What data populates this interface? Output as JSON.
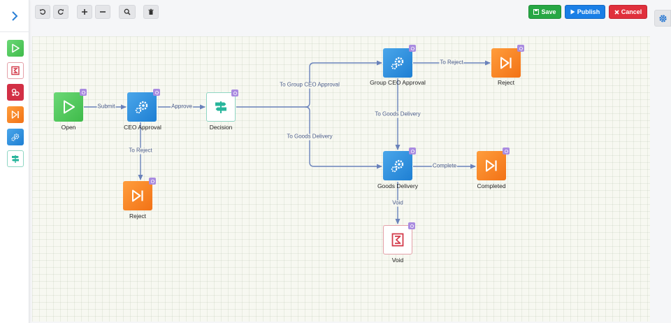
{
  "toolbar": {
    "save_label": "Save",
    "publish_label": "Publish",
    "cancel_label": "Cancel"
  },
  "colors": {
    "save": "#27a744",
    "publish": "#1a7fe6",
    "cancel": "#e0303c",
    "edge": "#6a82bb",
    "start": "#46c053",
    "task": "#2289da",
    "end": "#f57d20",
    "badge": "#a98be0"
  },
  "palette": {
    "items": [
      "start-node",
      "void-node",
      "gateway-node",
      "end-node",
      "task-node",
      "decision-node"
    ]
  },
  "workflow": {
    "nodes": {
      "open": "Open",
      "ceo_approval": "CEO Approval",
      "decision": "Decision",
      "reject_bottom": "Reject",
      "group_ceo_approval": "Group CEO Approval",
      "reject_top": "Reject",
      "goods_delivery": "Goods Delivery",
      "completed": "Completed",
      "void": "Void"
    },
    "edges": {
      "submit": "Submit",
      "approve": "Approve",
      "to_reject_ceo": "To Reject",
      "to_group_ceo_approval": "To Group CEO Approval",
      "to_goods_delivery_decision": "To Goods Delivery",
      "to_reject_group": "To Reject",
      "to_goods_delivery_group": "To Goods Delivery",
      "complete": "Complete",
      "void": "Void"
    }
  }
}
